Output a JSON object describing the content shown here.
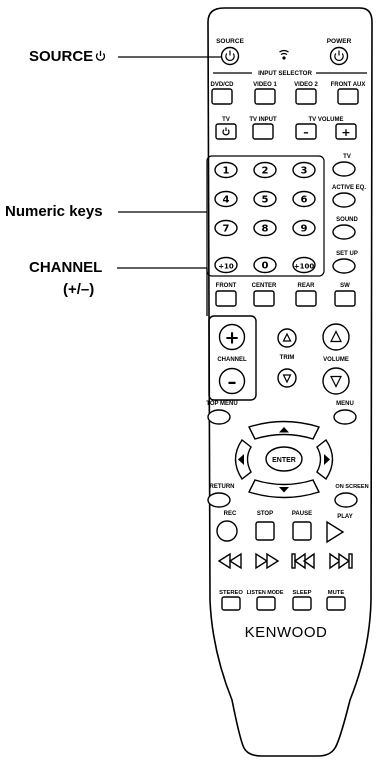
{
  "callouts": {
    "source": "SOURCE",
    "numeric": "Numeric keys",
    "channel_line1": "CHANNEL",
    "channel_line2": "(+/–)"
  },
  "remote": {
    "source_label": "SOURCE",
    "power_label": "POWER",
    "input_selector": "INPUT SELECTOR",
    "inputs": [
      "DVD/CD",
      "VIDEO 1",
      "VIDEO 2",
      "FRONT AUX"
    ],
    "tv_label": "TV",
    "tv_input": "TV INPUT",
    "tv_volume": "TV VOLUME",
    "minus": "–",
    "plus": "+",
    "side_tv": "TV",
    "active_eq": "ACTIVE EQ.",
    "sound": "SOUND",
    "set_up": "SET UP",
    "numkeys": [
      "1",
      "2",
      "3",
      "4",
      "5",
      "6",
      "7",
      "8",
      "9",
      "+10",
      "0",
      "+100"
    ],
    "speakers": [
      "FRONT",
      "CENTER",
      "REAR",
      "SW"
    ],
    "channel_text": "CHANNEL",
    "trim": "TRIM",
    "volume_text": "VOLUME",
    "top_menu": "TOP MENU",
    "menu": "MENU",
    "enter": "ENTER",
    "return": "RETURN",
    "on_screen": "ON SCREEN",
    "rec": "REC",
    "stop": "STOP",
    "pause": "PAUSE",
    "play": "PLAY",
    "bottom_labels": [
      "STEREO",
      "LISTEN MODE",
      "SLEEP",
      "MUTE"
    ],
    "brand": "KENWOOD"
  }
}
